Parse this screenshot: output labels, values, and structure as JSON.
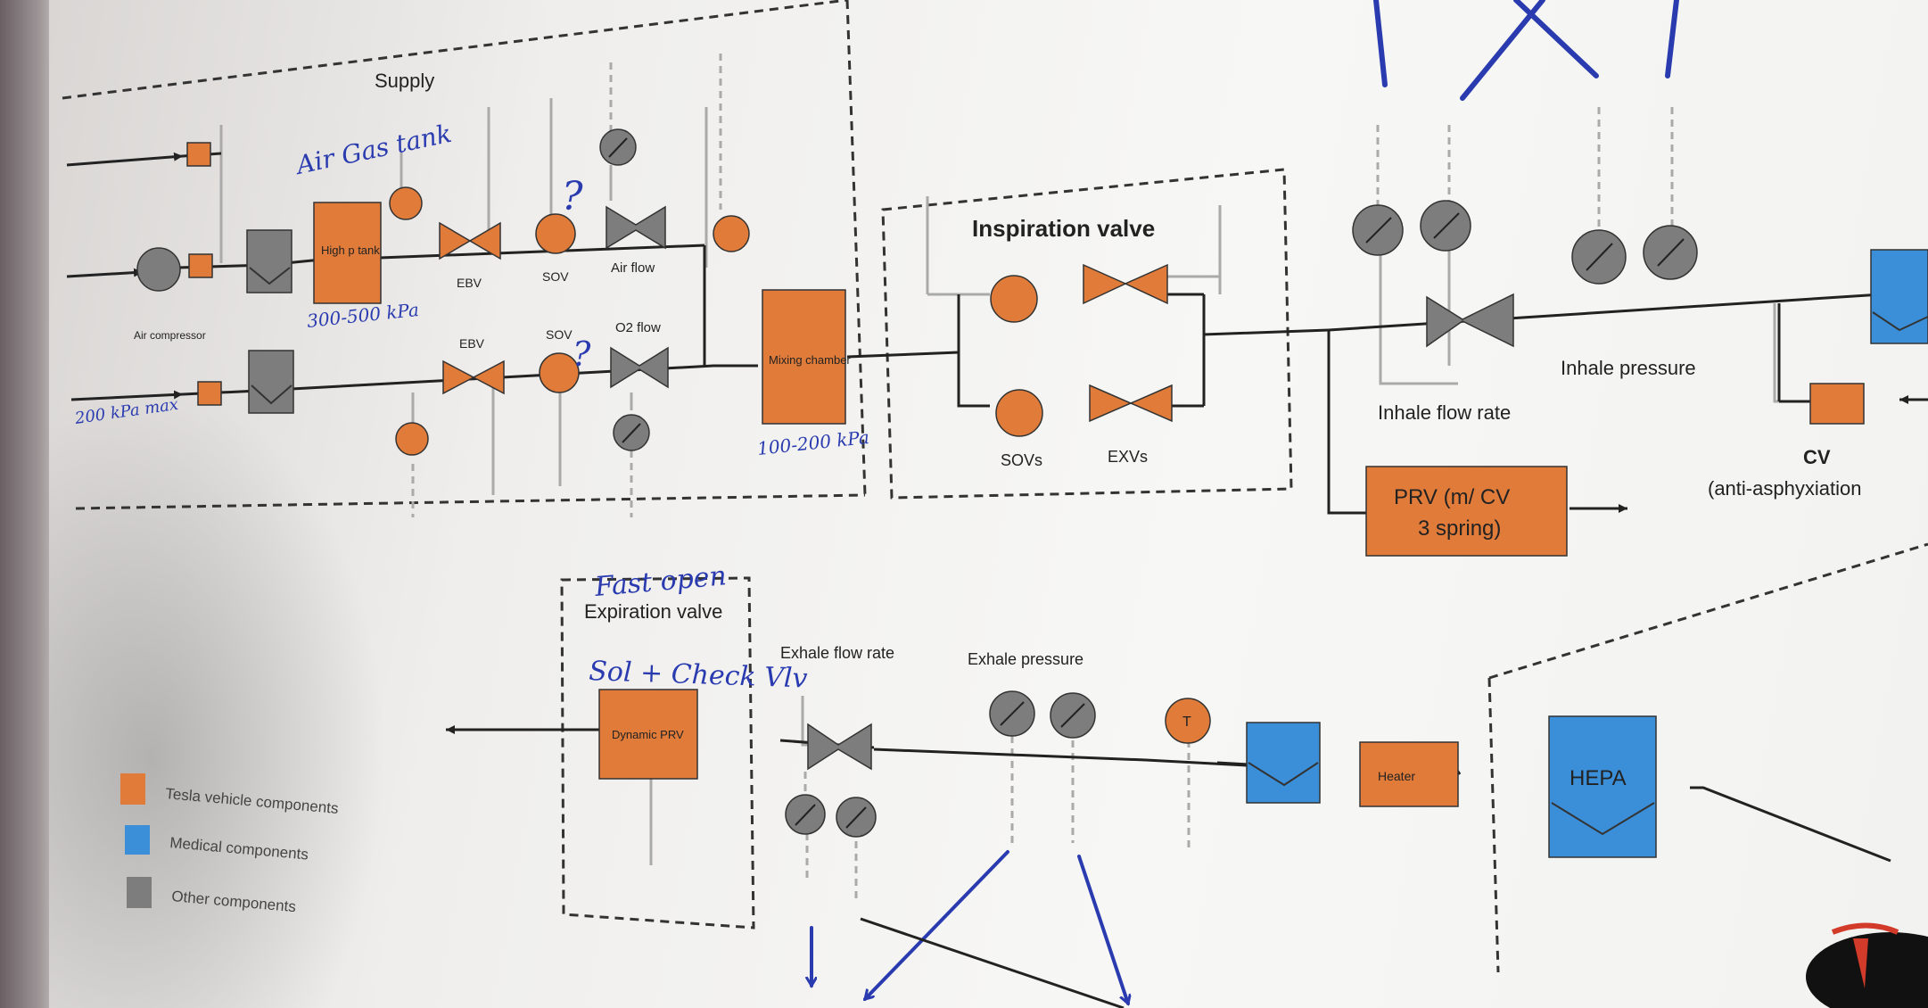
{
  "sections": {
    "supply": "Supply",
    "inspiration_valve": "Inspiration valve",
    "expiration_valve": "Expiration valve"
  },
  "labels": {
    "air_compressor": "Air compressor",
    "high_p_tank": "High p tank",
    "ebv_top": "EBV",
    "ebv_bottom": "EBV",
    "sov_top": "SOV",
    "sov_bottom": "SOV",
    "air_flow": "Air flow",
    "o2_flow": "O2 flow",
    "mixing_chamber": "Mixing chamber",
    "sovs": "SOVs",
    "exvs": "EXVs",
    "inhale_flow_rate": "Inhale flow rate",
    "inhale_pressure": "Inhale pressure",
    "prv_line1": "PRV (m/ CV",
    "prv_line2": "3 spring)",
    "cv": "CV",
    "cv_sub": "(anti-asphyxiation",
    "dynamic_prv": "Dynamic PRV",
    "exhale_flow_rate": "Exhale flow rate",
    "exhale_pressure": "Exhale pressure",
    "t_sensor": "T",
    "heater": "Heater",
    "hepa": "HEPA"
  },
  "handwritten": {
    "air_gas_tank": "Air Gas tank",
    "psi_a": "300-500 kPa",
    "psi_b": "100-200 kPa",
    "psi_c": "200 kPa max",
    "fast_open": "Fast open",
    "sol_check": "Sol + Check Vlv",
    "question": "?"
  },
  "legend": [
    {
      "label": "Tesla vehicle components",
      "color": "#e07b39"
    },
    {
      "label": "Medical components",
      "color": "#3b8fd9"
    },
    {
      "label": "Other components",
      "color": "#7d7d7d"
    }
  ],
  "colors": {
    "tesla_orange": "#e07b39",
    "medical_blue": "#3b8fd9",
    "other_gray": "#7d7d7d",
    "ink_blue": "#2a3bb0",
    "tesla_logo_red": "#d23a2a"
  },
  "logo": "Tesla"
}
